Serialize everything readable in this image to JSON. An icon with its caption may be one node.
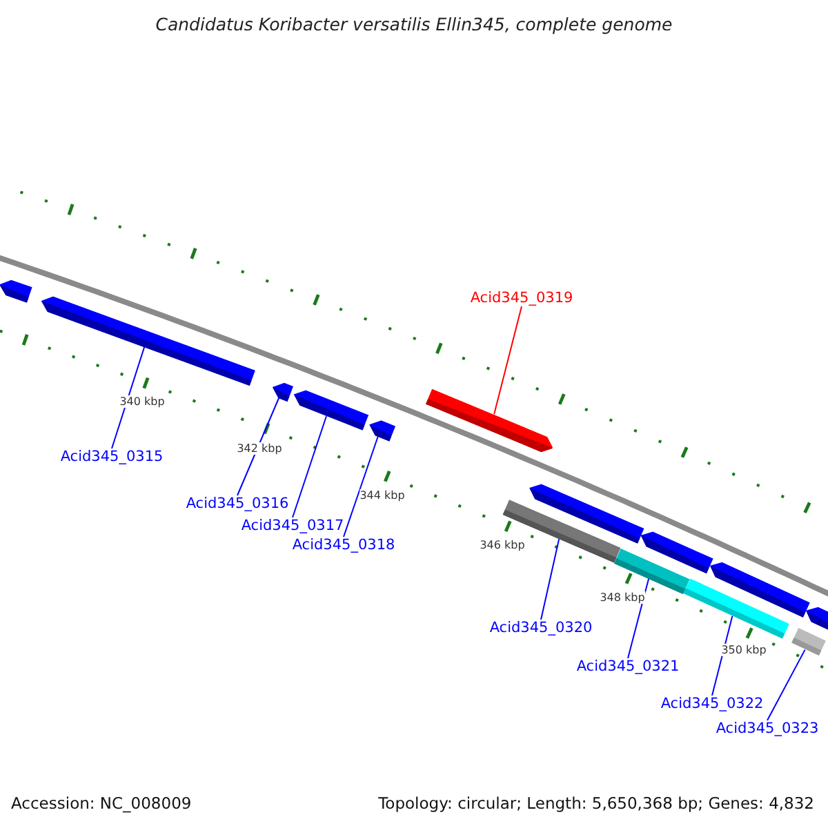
{
  "diagram": {
    "title": "Candidatus Koribacter versatilis Ellin345, complete genome",
    "nodes": [
      {
        "text": [
          "Acid345_0315"
        ]
      },
      {
        "text": [
          "Acid345_0316"
        ]
      },
      {
        "text": [
          "Acid345_0317"
        ]
      },
      {
        "text": [
          "Acid345_0318"
        ]
      },
      {
        "text": [
          "Acid345_0319"
        ]
      },
      {
        "text": [
          "Acid345_0320"
        ]
      },
      {
        "text": [
          "Acid345_0321"
        ]
      },
      {
        "text": [
          "Acid345_0322"
        ]
      },
      {
        "text": [
          "Acid345_0323"
        ]
      },
      {
        "text": [],
        "shape": "bar"
      },
      {
        "text": [],
        "shape": "bar"
      },
      {
        "text": [],
        "shape": "bar"
      },
      {
        "text": [],
        "shape": "bar"
      },
      {
        "text": [],
        "shape": "bar"
      },
      {
        "text": [],
        "shape": "bar"
      },
      {
        "text": [],
        "shape": "bar"
      },
      {
        "text": [],
        "shape": "bar"
      },
      {
        "text": [],
        "shape": "bar"
      },
      {
        "text": [],
        "shape": "bar"
      },
      {
        "text": [],
        "shape": "bar"
      },
      {
        "text": [],
        "shape": "bar"
      },
      {
        "text": [],
        "shape": "bar"
      },
      {
        "text": [],
        "shape": "bar"
      }
    ],
    "edges": [
      {
        "from": 0,
        "to": 10,
        "arrow": "none"
      },
      {
        "from": 1,
        "to": 11,
        "arrow": "none"
      },
      {
        "from": 2,
        "to": 12,
        "arrow": "none"
      },
      {
        "from": 3,
        "to": 13,
        "arrow": "none"
      },
      {
        "from": 4,
        "to": 14,
        "arrow": "none",
        "color": "#ff0000"
      },
      {
        "from": 5,
        "to": 15,
        "arrow": "none"
      },
      {
        "from": 6,
        "to": 17,
        "arrow": "none"
      },
      {
        "from": 7,
        "to": 19,
        "arrow": "none"
      },
      {
        "from": 8,
        "to": 21,
        "arrow": "none"
      }
    ],
    "labels": [
      "340 kbp",
      "342 kbp",
      "344 kbp",
      "346 kbp",
      "348 kbp",
      "350 kbp",
      "Accession: NC_008009",
      "Topology: circular; Length: 5,650,368 bp; Genes: 4,832"
    ]
  }
}
